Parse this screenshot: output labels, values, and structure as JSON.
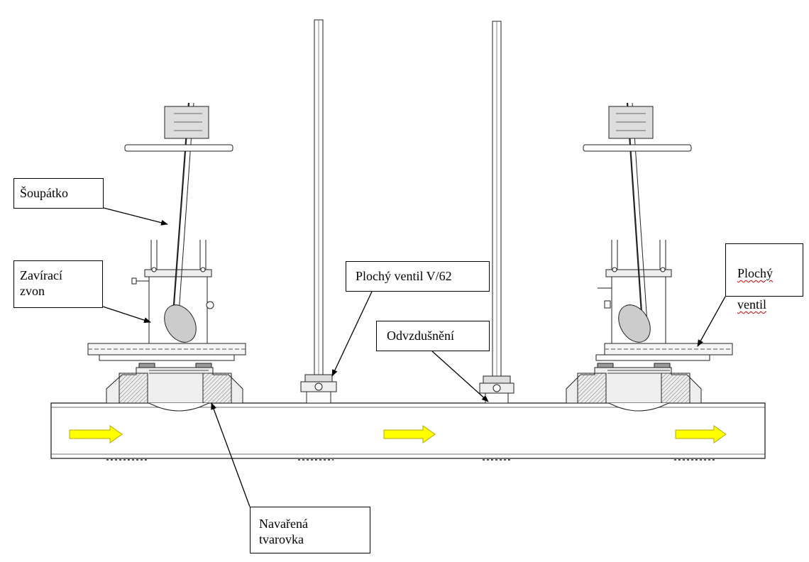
{
  "labels": {
    "soupatko": "Šoupátko",
    "zaviraci_zvon": "Zavírací\nzvon",
    "plochy_ventil_v62": "Plochý ventil V/62",
    "odvzdusneni": "Odvzdušnění",
    "plochy_ventil_line1": "Plochý",
    "plochy_ventil_line2": "ventil",
    "navarena_tvarovka": "Navařená\ntvarovka"
  },
  "colors": {
    "flow_arrow_fill": "#ffff00",
    "flow_arrow_stroke": "#b8a800",
    "line": "#222222",
    "hatch_fill": "#d9d9d9",
    "spellcheck_underline": "#cc0000"
  },
  "icons": {
    "flow_arrow": "flow-direction-arrow"
  }
}
